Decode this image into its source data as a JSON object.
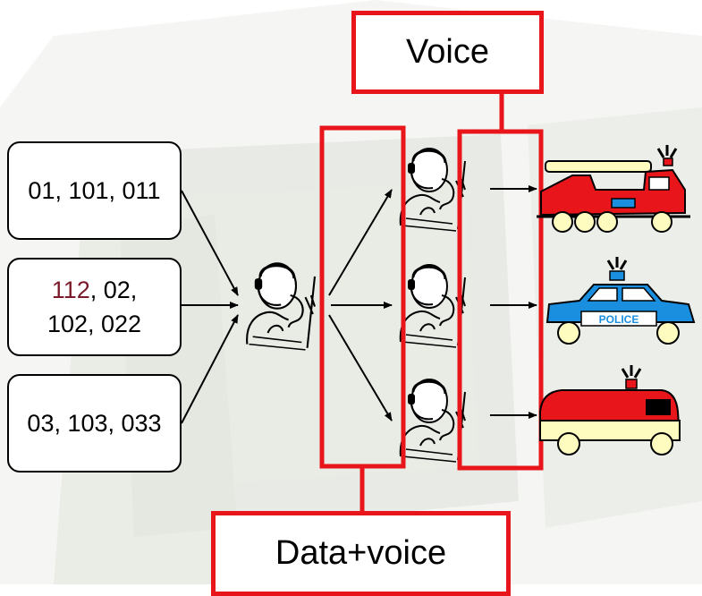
{
  "number_groups": [
    {
      "line1": "01, 101, 011",
      "line2": ""
    },
    {
      "line1_highlight": "112",
      "line1_rest": ", 02,",
      "line2": "102, 022"
    },
    {
      "line1": "03, 103, 033",
      "line2": ""
    }
  ],
  "labels": {
    "voice": "Voice",
    "data_voice": "Data+voice"
  },
  "vehicle_text": {
    "police": "POLICE"
  },
  "colors": {
    "highlight_box_border": "#e8151b",
    "highlight_number": "#7b1a2a",
    "fire_truck": "#e8151b",
    "police_car": "#1a8fe0",
    "ambulance": "#e8151b",
    "wheels": "#fffcc0"
  },
  "icons": [
    "operator-icon",
    "fire-truck-icon",
    "police-car-icon",
    "ambulance-icon",
    "siren-icon"
  ]
}
